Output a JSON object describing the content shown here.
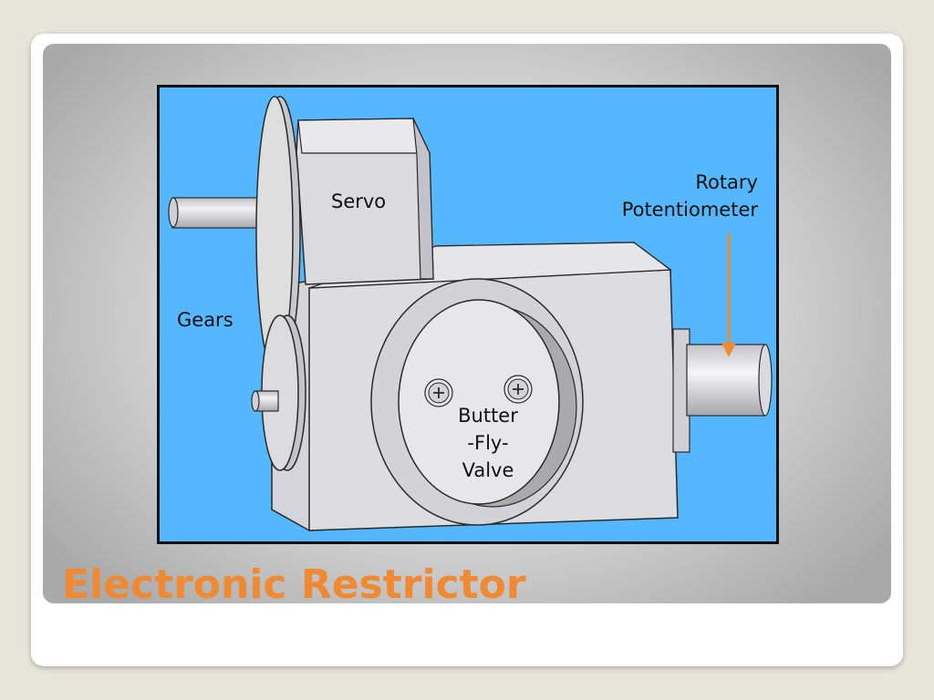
{
  "slide": {
    "title": "Electronic Restrictor"
  },
  "diagram": {
    "labels": {
      "servo": "Servo",
      "gears": "Gears",
      "rotary_potentiometer": [
        "Rotary",
        "Potentiometer"
      ],
      "butterfly_valve": [
        "Butter",
        "-Fly-",
        "Valve"
      ]
    },
    "colors": {
      "background": "#55b8ff",
      "body": "#d9d9de",
      "arrow": "#f08a32",
      "title": "#f08a32"
    }
  }
}
